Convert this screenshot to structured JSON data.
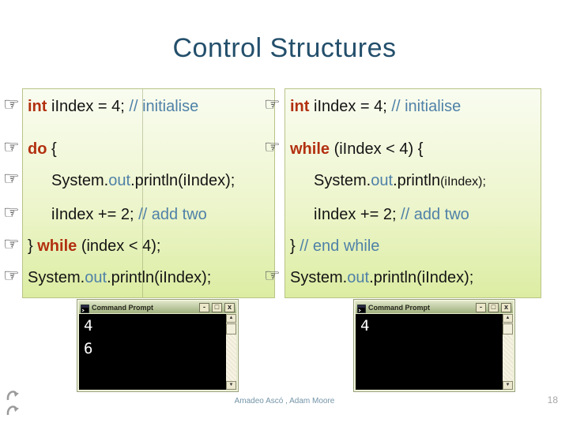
{
  "title": "Control Structures",
  "colors": {
    "title": "#234f6b",
    "keyword": "#b23010",
    "comment": "#4f81a8",
    "code_text": "#141414",
    "box_border": "#b9c487",
    "box_bg_top": "#f9fcf0",
    "box_bg_bottom": "#dceda2",
    "footer_text": "#7494a8",
    "page_number": "#a6a6a6"
  },
  "icons": {
    "pointer": "☞",
    "scroll_up": "▲",
    "scroll_down": "▼"
  },
  "code_blocks": {
    "left": {
      "name": "do-while loop",
      "lines": [
        {
          "hand": true,
          "indent": 0,
          "tokens": [
            [
              "kw",
              "int"
            ],
            [
              "t",
              " iIndex = 4; "
            ],
            [
              "c",
              "// initialise"
            ]
          ]
        },
        {
          "hand": true,
          "indent": 0,
          "tokens": [
            [
              "kw",
              "do"
            ],
            [
              "t",
              " {"
            ]
          ]
        },
        {
          "hand": true,
          "indent": 1,
          "tokens": [
            [
              "t",
              "System."
            ],
            [
              "b",
              "out"
            ],
            [
              "t",
              ".println(iIndex);"
            ]
          ]
        },
        {
          "hand": true,
          "indent": 1,
          "tokens": [
            [
              "t",
              "iIndex += 2; "
            ],
            [
              "c",
              "// add two"
            ]
          ]
        },
        {
          "hand": true,
          "indent": 0,
          "tokens": [
            [
              "t",
              "} "
            ],
            [
              "kw",
              "while"
            ],
            [
              "t",
              " (index < 4);"
            ]
          ]
        },
        {
          "hand": true,
          "indent": 0,
          "tokens": [
            [
              "t",
              "System."
            ],
            [
              "b",
              "out"
            ],
            [
              "t",
              ".println(iIndex);"
            ]
          ]
        }
      ]
    },
    "right": {
      "name": "while loop",
      "lines": [
        {
          "hand": true,
          "indent": 0,
          "tokens": [
            [
              "kw",
              "int"
            ],
            [
              "t",
              " iIndex = 4; "
            ],
            [
              "c",
              "// initialise"
            ]
          ]
        },
        {
          "hand": true,
          "indent": 0,
          "tokens": [
            [
              "kw",
              "while"
            ],
            [
              "t",
              " (iIndex < 4) {"
            ]
          ]
        },
        {
          "hand": false,
          "indent": 1,
          "tokens": [
            [
              "t",
              "System."
            ],
            [
              "b",
              "out"
            ],
            [
              "t",
              ".println"
            ],
            [
              "sm",
              "(iIndex);"
            ]
          ]
        },
        {
          "hand": false,
          "indent": 1,
          "tokens": [
            [
              "t",
              "iIndex += 2; "
            ],
            [
              "c",
              "// add two"
            ]
          ]
        },
        {
          "hand": false,
          "indent": 0,
          "tokens": [
            [
              "t",
              "} "
            ],
            [
              "c",
              "// end while"
            ]
          ]
        },
        {
          "hand": true,
          "indent": 0,
          "tokens": [
            [
              "t",
              "System."
            ],
            [
              "b",
              "out"
            ],
            [
              "t",
              ".println(iIndex);"
            ]
          ]
        }
      ]
    }
  },
  "windows": [
    {
      "title": "Command Prompt",
      "buttons": {
        "minimize": "-",
        "maximize": "□",
        "close": "x"
      },
      "output": [
        "4",
        "6"
      ]
    },
    {
      "title": "Command Prompt",
      "buttons": {
        "minimize": "-",
        "maximize": "□",
        "close": "x"
      },
      "output": [
        "4"
      ]
    }
  ],
  "footer": {
    "authors": "Amadeo Ascó , Adam Moore",
    "page_number": "18"
  }
}
